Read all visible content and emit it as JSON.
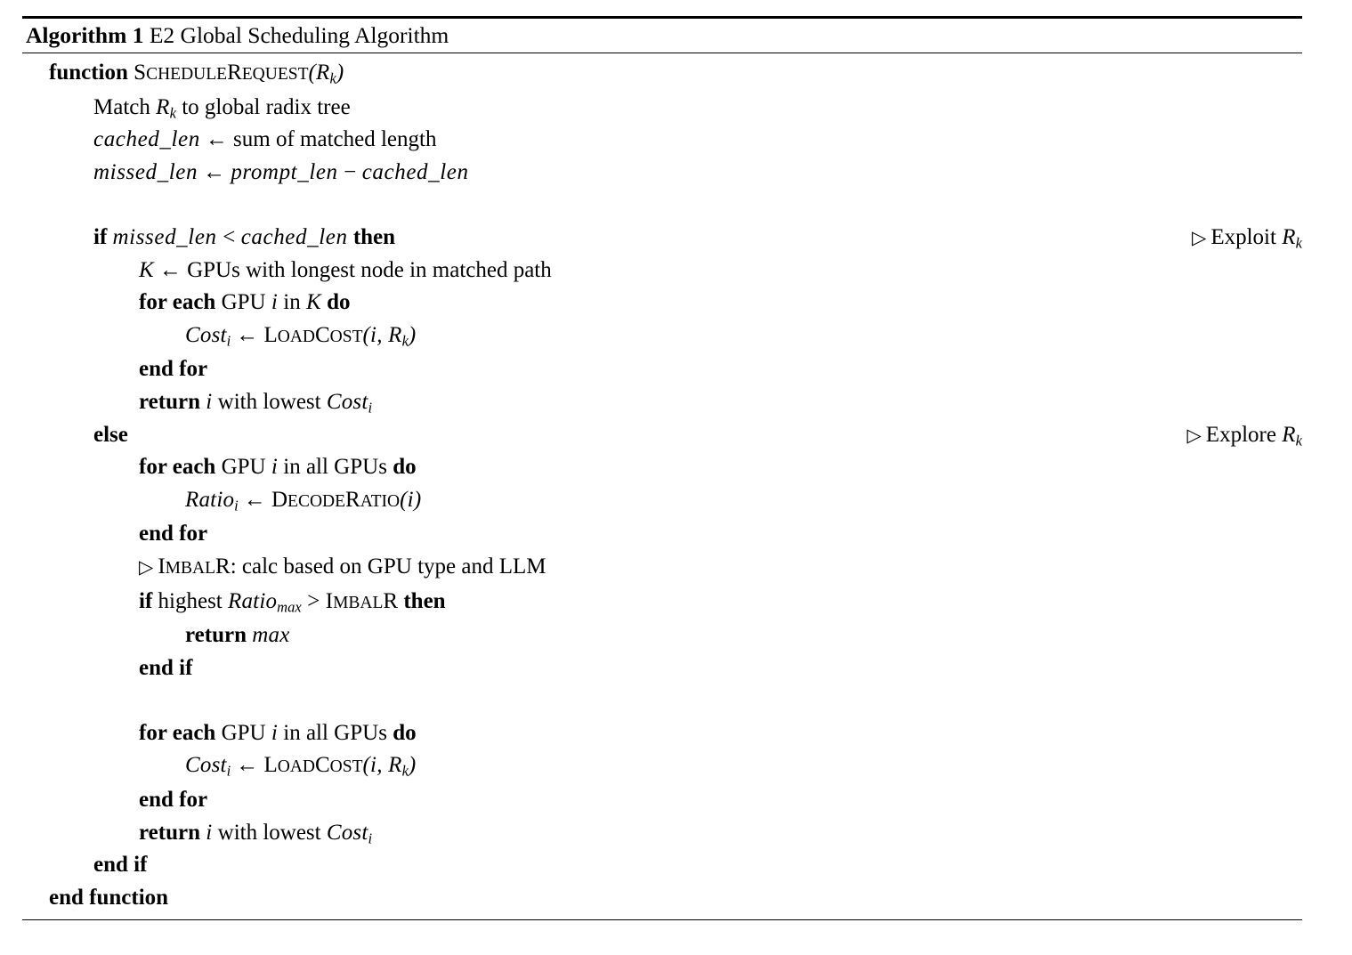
{
  "caption": {
    "label": "Algorithm 1",
    "title": "E2 Global Scheduling Algorithm"
  },
  "symbols": {
    "left_arrow": "←",
    "minus": "−",
    "less_than": "<",
    "greater_than": ">",
    "triangle_right": "▷"
  },
  "lines": [
    {
      "indent": 0,
      "kind": "function-header",
      "text": "function ScheduleRequest(R_k)"
    },
    {
      "indent": 1,
      "kind": "statement",
      "text": "Match R_k to global radix tree"
    },
    {
      "indent": 1,
      "kind": "assignment",
      "text": "cached_len ← sum of matched length"
    },
    {
      "indent": 1,
      "kind": "assignment",
      "text": "missed_len ← prompt_len − cached_len"
    },
    {
      "indent": 1,
      "kind": "blank",
      "text": ""
    },
    {
      "indent": 1,
      "kind": "if",
      "text": "if missed_len < cached_len then",
      "comment": "▷ Exploit R_k"
    },
    {
      "indent": 2,
      "kind": "assignment",
      "text": "K ← GPUs with longest node in matched path"
    },
    {
      "indent": 2,
      "kind": "for",
      "text": "for each GPU i in K do"
    },
    {
      "indent": 3,
      "kind": "assignment",
      "text": "Cost_i ← LoadCost(i, R_k)"
    },
    {
      "indent": 2,
      "kind": "end-for",
      "text": "end for"
    },
    {
      "indent": 2,
      "kind": "return",
      "text": "return i with lowest Cost_i"
    },
    {
      "indent": 1,
      "kind": "else",
      "text": "else",
      "comment": "▷ Explore R_k"
    },
    {
      "indent": 2,
      "kind": "for",
      "text": "for each GPU i in all GPUs do"
    },
    {
      "indent": 3,
      "kind": "assignment",
      "text": "Ratio_i ← DecodeRatio(i)"
    },
    {
      "indent": 2,
      "kind": "end-for",
      "text": "end for"
    },
    {
      "indent": 2,
      "kind": "inline-comment",
      "text": "▷ ImbalR: calc based on GPU type and LLM"
    },
    {
      "indent": 2,
      "kind": "if",
      "text": "if highest Ratio_max > ImbalR then"
    },
    {
      "indent": 3,
      "kind": "return",
      "text": "return max"
    },
    {
      "indent": 2,
      "kind": "end-if",
      "text": "end if"
    },
    {
      "indent": 2,
      "kind": "blank",
      "text": ""
    },
    {
      "indent": 2,
      "kind": "for",
      "text": "for each GPU i in all GPUs do"
    },
    {
      "indent": 3,
      "kind": "assignment",
      "text": "Cost_i ← LoadCost(i, R_k)"
    },
    {
      "indent": 2,
      "kind": "end-for",
      "text": "end for"
    },
    {
      "indent": 2,
      "kind": "return",
      "text": "return i with lowest Cost_i"
    },
    {
      "indent": 1,
      "kind": "end-if",
      "text": "end if"
    },
    {
      "indent": 0,
      "kind": "end-function",
      "text": "end function"
    }
  ]
}
